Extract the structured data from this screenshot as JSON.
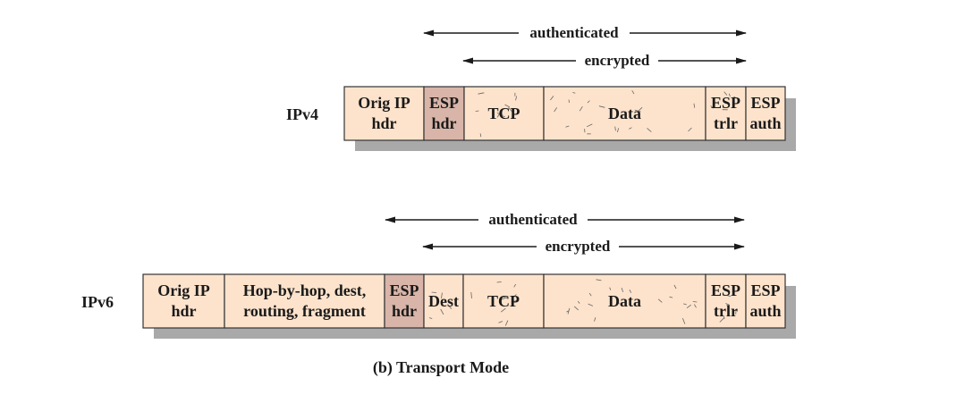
{
  "caption": "(b) Transport Mode",
  "colors": {
    "header_fill": "#fde3cc",
    "esp_hdr_fill": "#d8b5a8",
    "shadow": "#a9a9a9",
    "border": "#333333",
    "speckle": "#666666",
    "text": "#1a1a1a"
  },
  "ipv4": {
    "row_label": "IPv4",
    "authenticated_label": "authenticated",
    "encrypted_label": "encrypted",
    "fields": [
      {
        "name": "orig-ip-hdr",
        "lines": [
          "Orig IP",
          "hdr"
        ],
        "fill": "header",
        "speckled": false
      },
      {
        "name": "esp-hdr",
        "lines": [
          "ESP",
          "hdr"
        ],
        "fill": "esp",
        "speckled": false
      },
      {
        "name": "tcp",
        "lines": [
          "TCP"
        ],
        "fill": "header",
        "speckled": true
      },
      {
        "name": "data",
        "lines": [
          "Data"
        ],
        "fill": "header",
        "speckled": true
      },
      {
        "name": "esp-trlr",
        "lines": [
          "ESP",
          "trlr"
        ],
        "fill": "header",
        "speckled": true
      },
      {
        "name": "esp-auth",
        "lines": [
          "ESP",
          "auth"
        ],
        "fill": "header",
        "speckled": false
      }
    ]
  },
  "ipv6": {
    "row_label": "IPv6",
    "authenticated_label": "authenticated",
    "encrypted_label": "encrypted",
    "fields": [
      {
        "name": "orig-ip-hdr",
        "lines": [
          "Orig IP",
          "hdr"
        ],
        "fill": "header",
        "speckled": false
      },
      {
        "name": "ext-hdrs",
        "lines": [
          "Hop-by-hop, dest,",
          "routing, fragment"
        ],
        "fill": "header",
        "speckled": false
      },
      {
        "name": "esp-hdr",
        "lines": [
          "ESP",
          "hdr"
        ],
        "fill": "esp",
        "speckled": false
      },
      {
        "name": "dest",
        "lines": [
          "Dest"
        ],
        "fill": "header",
        "speckled": true
      },
      {
        "name": "tcp",
        "lines": [
          "TCP"
        ],
        "fill": "header",
        "speckled": true
      },
      {
        "name": "data",
        "lines": [
          "Data"
        ],
        "fill": "header",
        "speckled": true
      },
      {
        "name": "esp-trlr",
        "lines": [
          "ESP",
          "trlr"
        ],
        "fill": "header",
        "speckled": true
      },
      {
        "name": "esp-auth",
        "lines": [
          "ESP",
          "auth"
        ],
        "fill": "header",
        "speckled": false
      }
    ]
  }
}
